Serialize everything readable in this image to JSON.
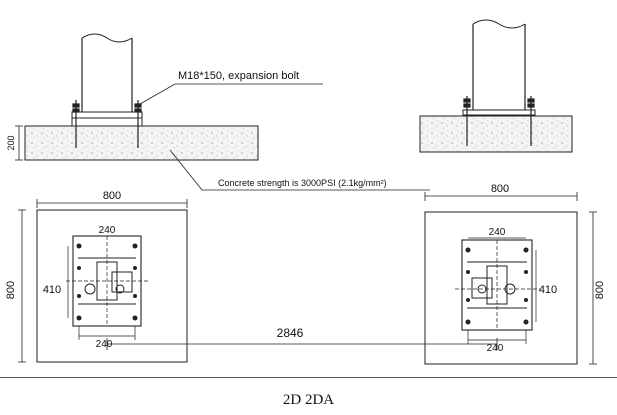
{
  "labels": {
    "bolt_callout": "M18*150, expansion bolt",
    "concrete_callout": "Concrete strength is 3000PSI (2.1kg/mm²)",
    "slab_thickness": "200",
    "left_plate_width": "800",
    "left_plate_height": "800",
    "left_bolt_top": "240",
    "left_bolt_bottom": "240",
    "left_bolt_vertical": "410",
    "right_plate_width": "800",
    "right_plate_height": "800",
    "right_bolt_top": "240",
    "right_bolt_bottom": "240",
    "right_bolt_vertical": "410",
    "center_distance": "2846"
  },
  "caption": "2D 2DA"
}
